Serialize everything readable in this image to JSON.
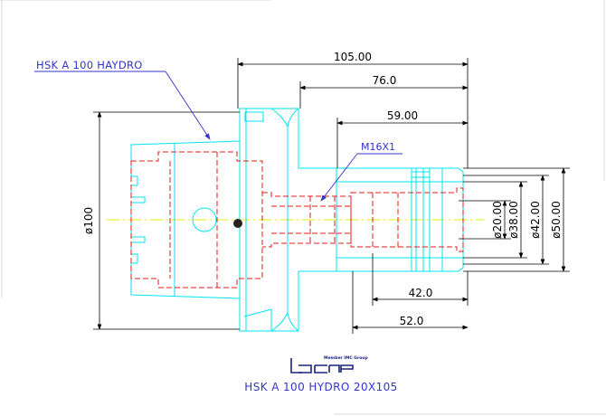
{
  "drawing": {
    "callout_label": "HSK  A  100  HAYDRO",
    "thread_label": "M16X1",
    "title_label": "HSK  A  100  HYDRO  20X105",
    "logo_tagline": "Member IMC Group",
    "logo_text": "Iscar",
    "dimensions": {
      "overall_length": "105.00",
      "body_length": "76.0",
      "bore_length": "59.00",
      "clamp_length_short": "42.0",
      "clamp_length_long": "52.0",
      "bore_diameter": "ø20.00",
      "sleeve_diameter": "ø38.00",
      "nose_diameter": "ø42.00",
      "outer_diameter": "ø50.00",
      "flange_diameter": "ø100"
    }
  },
  "colors": {
    "outline": "#00e5ee",
    "hidden": "#e8181a",
    "dimension": "#000000",
    "callout": "#3333cc",
    "centerline": "#e8e800"
  }
}
